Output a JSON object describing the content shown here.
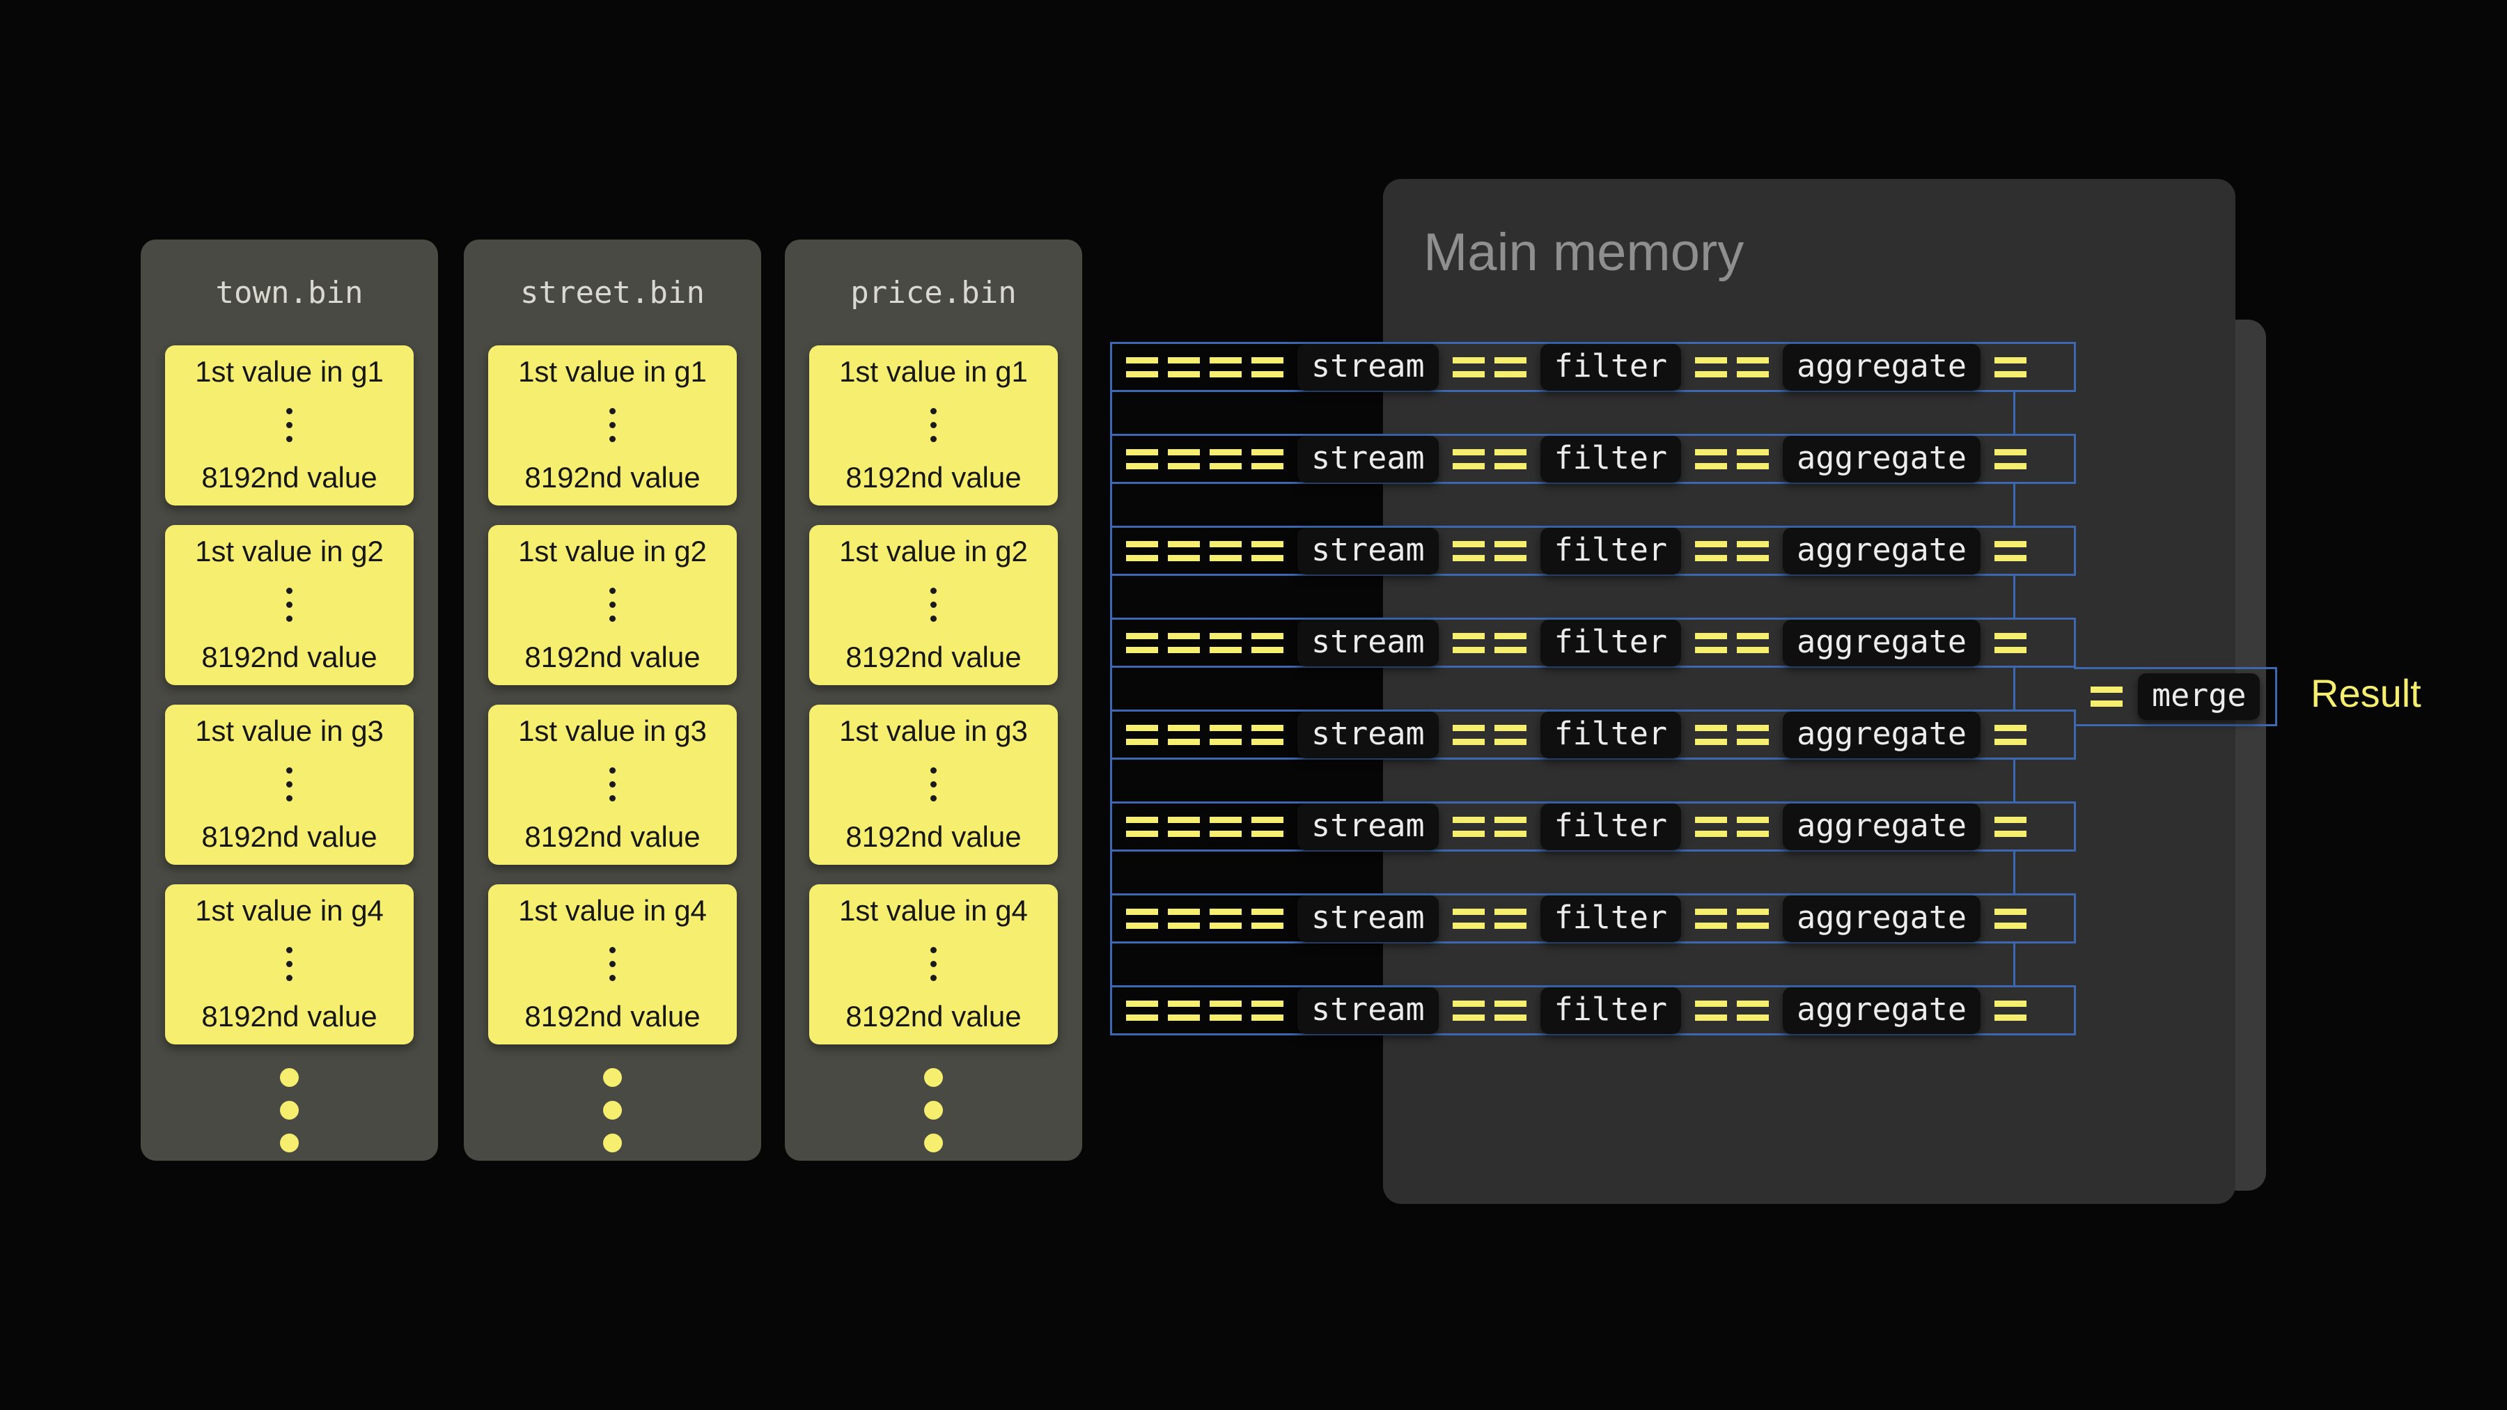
{
  "colors": {
    "background": "#060606",
    "file_container": "#4a4a44",
    "yellow": "#f5ee6e",
    "blue": "#3b68b0",
    "memory_panel": "#2f2f2f",
    "memory_panel_back": "#3a3a3a",
    "chip_background": "#0f0f0f",
    "chip_text": "#ececec",
    "memory_title_text": "#8f8f8f"
  },
  "files": [
    {
      "name": "town.bin"
    },
    {
      "name": "street.bin"
    },
    {
      "name": "price.bin"
    }
  ],
  "blocks": [
    {
      "top": "1st value in g1",
      "bottom": "8192nd value"
    },
    {
      "top": "1st value in g2",
      "bottom": "8192nd value"
    },
    {
      "top": "1st value in g3",
      "bottom": "8192nd value"
    },
    {
      "top": "1st value in g4",
      "bottom": "8192nd value"
    }
  ],
  "memory": {
    "title": "Main memory"
  },
  "pipeline": {
    "lane_count": 8,
    "stages": [
      "stream",
      "filter",
      "aggregate"
    ],
    "eq_counts": [
      4,
      2,
      2,
      1
    ],
    "merge_label": "merge",
    "result_label": "Result"
  }
}
